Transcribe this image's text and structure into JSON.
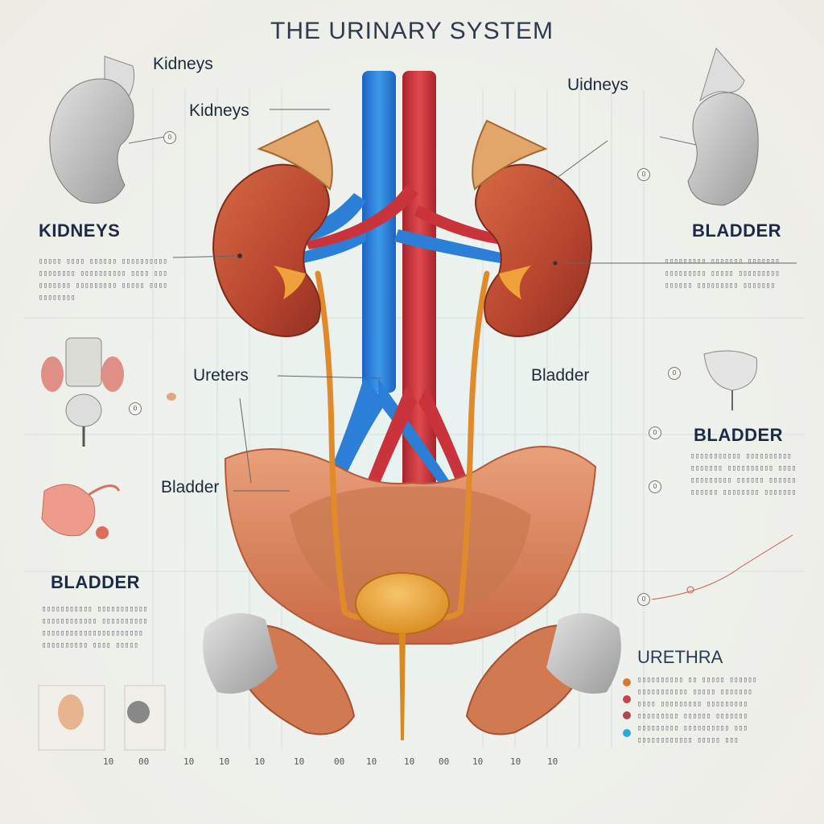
{
  "title": "THE URINARY SYSTEM",
  "labels": {
    "kidneys_a": "Kidneys",
    "kidneys_b": "Kidneys",
    "uidneys": "Uidneys",
    "kidneys_bold": "KIDNEYS",
    "bladder_right_top": "BLADDER",
    "ureters": "Ureters",
    "bladder_mid": "Bladder",
    "bladder_left": "Bladder",
    "bladder_right": "BLADDER",
    "bladder_left_bold": "BLADDER",
    "urethra": "URETHRA"
  },
  "circle_marks": {
    "c1": "0",
    "c2": "0",
    "c3": "0",
    "c4": "0",
    "c5": "0",
    "c6": "0",
    "c7": "0"
  },
  "ticks": [
    "10",
    "00",
    "10",
    "10",
    "10",
    "10",
    "00",
    "10",
    "10",
    "00",
    "10",
    "10",
    "10"
  ],
  "legend_colors": [
    "#d9792b",
    "#c8434a",
    "#b2464e",
    "#2fa7d8"
  ],
  "colors": {
    "kidney": "#b8452e",
    "vein": "#2b7fd6",
    "artery": "#c9343c",
    "ureter": "#e08a2a",
    "pelvis": "#d4835a",
    "bone": "#b9b7b3"
  }
}
